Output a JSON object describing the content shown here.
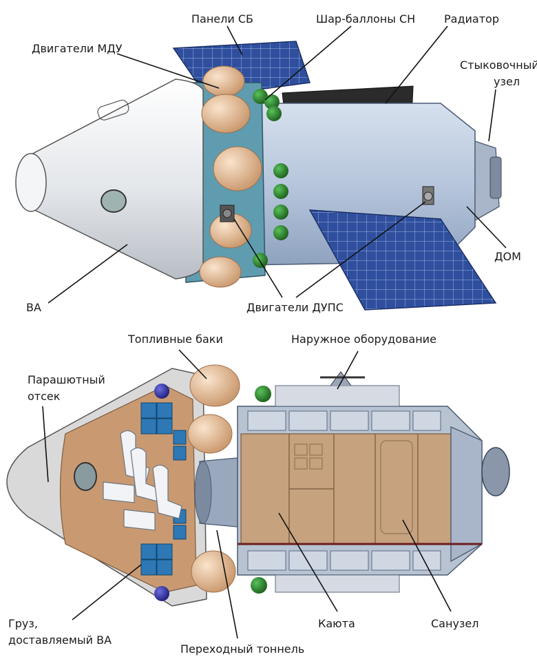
{
  "top_view": {
    "labels": {
      "panels_sb": "Панели СБ",
      "balloons_sn": "Шар-баллоны СН",
      "radiator": "Радиатор",
      "mdu_engines": "Двигатели МДУ",
      "docking_unit_line1": "Стыковочный",
      "docking_unit_line2": "узел",
      "dom": "ДОМ",
      "va": "ВА",
      "dups_engines": "Двигатели ДУПС"
    }
  },
  "bottom_view": {
    "labels": {
      "fuel_tanks": "Топливные баки",
      "external_equipment": "Наружное оборудование",
      "parachute_line1": "Парашютный",
      "parachute_line2": "отсек",
      "cargo_line1": "Груз,",
      "cargo_line2": "доставляемый ВА",
      "cabin": "Каюта",
      "sanitary": "Санузел",
      "tunnel": "Переходный тоннель"
    }
  },
  "colors": {
    "capsule": "#eef0f3",
    "module_body": "#b7c6dc",
    "ring": "#5f9cb0",
    "tank": "#e8c3a0",
    "balloon": "#2f8a2f",
    "solar": "#2f4f9e",
    "radiator": "#2a2a2a",
    "cabinet": "#c6a27f"
  }
}
